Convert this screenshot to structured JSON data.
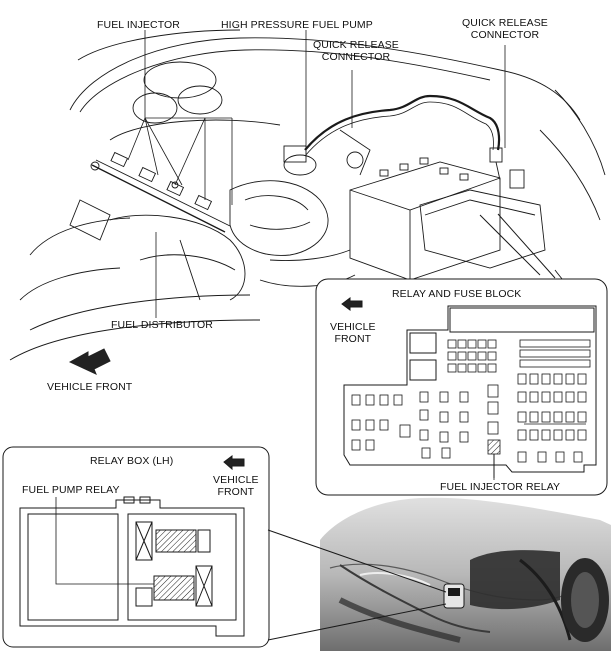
{
  "labels": {
    "fuel_injector": "FUEL INJECTOR",
    "high_pressure_fuel_pump": "HIGH PRESSURE FUEL PUMP",
    "quick_release_connector_1": "QUICK RELEASE\nCONNECTOR",
    "quick_release_connector_2": "QUICK RELEASE\nCONNECTOR",
    "fuel_distributor": "FUEL DISTRIBUTOR",
    "vehicle_front_main": "VEHICLE FRONT",
    "relay_and_fuse_block": "RELAY AND FUSE BLOCK",
    "vehicle_front_fuse": "VEHICLE\nFRONT",
    "fuel_injector_relay": "FUEL INJECTOR RELAY",
    "relay_box_lh": "RELAY BOX (LH)",
    "fuel_pump_relay": "FUEL PUMP RELAY",
    "vehicle_front_relay": "VEHICLE\nFRONT"
  },
  "colors": {
    "line": "#1a1a1a",
    "shade": "#d9d9d9",
    "car_body": "#8a8a8a"
  }
}
